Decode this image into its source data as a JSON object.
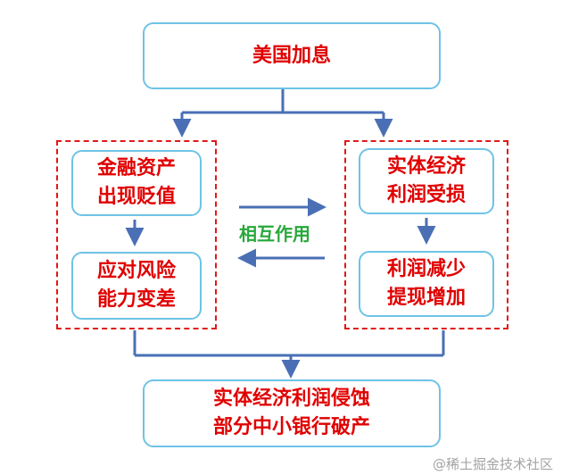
{
  "top": {
    "text": "美国加息"
  },
  "left_group": {
    "box1": "金融资产\n出现贬值",
    "box2": "应对风险\n能力变差"
  },
  "right_group": {
    "box1": "实体经济\n利润受损",
    "box2": "利润减少\n提现增加"
  },
  "middle_label": "相互作用",
  "bottom": {
    "text": "实体经济利润侵蚀\n部分中小银行破产"
  },
  "watermark": "@稀土掘金技术社区",
  "colors": {
    "box_border": "#6ec3e6",
    "box_text": "#e00000",
    "dashed_border": "#e01818",
    "arrow": "#4a6fb5",
    "label": "#27a83a"
  }
}
